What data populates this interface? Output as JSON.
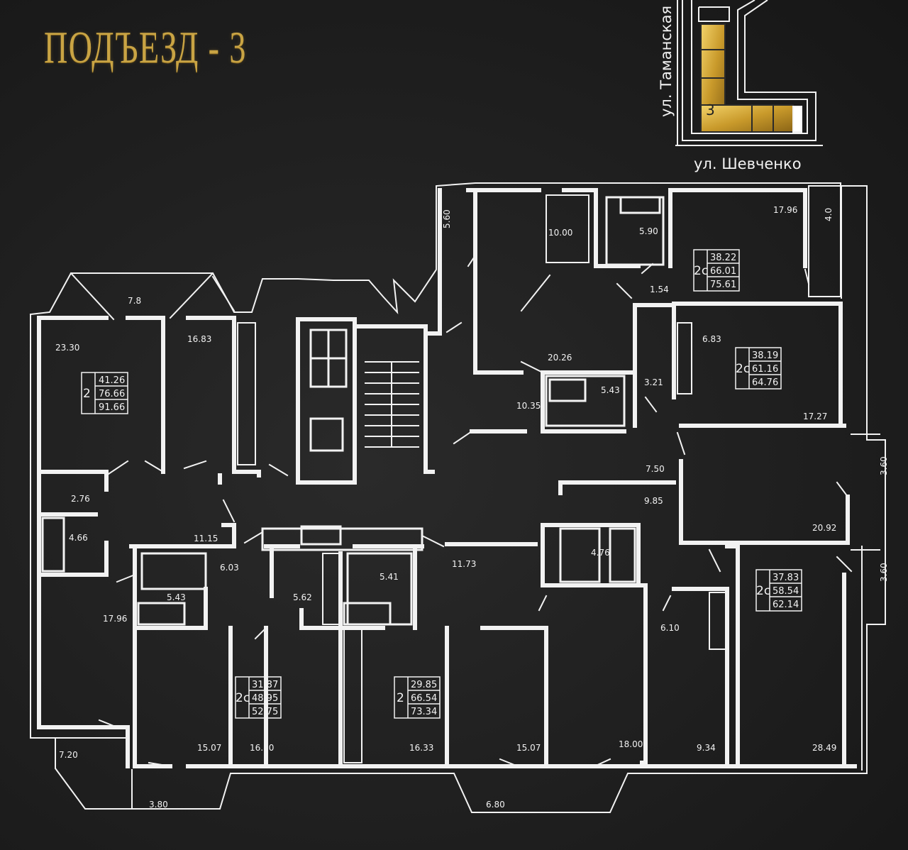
{
  "title": "ПОДЪЕЗД - 3",
  "colors": {
    "background": "#1c1c1c",
    "lines": "#f2f2f2",
    "gold": "#c9a444"
  },
  "site_plan": {
    "street_west": "ул. Таманская",
    "street_south": "ул. Шевченко",
    "entrance_number": "3"
  },
  "room_areas": [
    "7.8",
    "23.30",
    "16.83",
    "5.60",
    "10.00",
    "5.90",
    "17.96",
    "4.0",
    "1.54",
    "20.26",
    "10.35",
    "5.43",
    "3.21",
    "6.83",
    "17.27",
    "2.76",
    "4.66",
    "11.15",
    "6.03",
    "5.43",
    "17.96",
    "5.62",
    "5.41",
    "11.73",
    "7.50",
    "9.85",
    "4.76",
    "20.92",
    "3.60",
    "3.60",
    "6.10",
    "15.07",
    "16.80",
    "16.33",
    "15.07",
    "18.00",
    "9.34",
    "28.49",
    "7.20",
    "3.80",
    "6.80"
  ],
  "apartments": [
    {
      "type": "2",
      "living": "41.26",
      "total": "76.66",
      "total_with_balcony": "91.66"
    },
    {
      "type": "2с",
      "living": "38.22",
      "total": "66.01",
      "total_with_balcony": "75.61"
    },
    {
      "type": "2с",
      "living": "38.19",
      "total": "61.16",
      "total_with_balcony": "64.76"
    },
    {
      "type": "2с",
      "living": "37.83",
      "total": "58.54",
      "total_with_balcony": "62.14"
    },
    {
      "type": "2с",
      "living": "31.87",
      "total": "48.95",
      "total_with_balcony": "52.75"
    },
    {
      "type": "2",
      "living": "29.85",
      "total": "66.54",
      "total_with_balcony": "73.34"
    }
  ]
}
